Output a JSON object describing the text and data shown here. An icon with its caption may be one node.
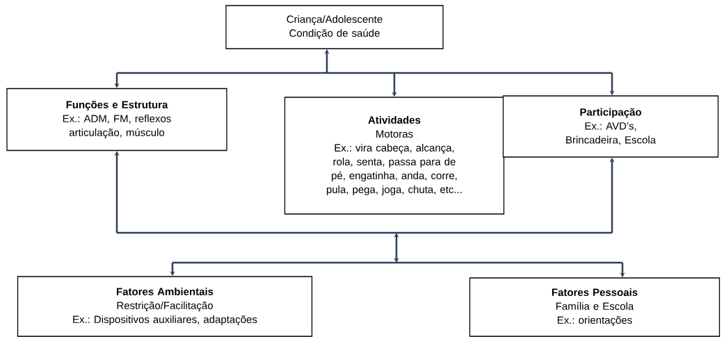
{
  "diagram": {
    "nodes": [
      {
        "text": [
          "Criança/Adolescente Condição de saúde"
        ]
      },
      {
        "text": [
          "Funções e Estrutura",
          "Ex.: ADM, FM, reflexos articulação, músculo"
        ]
      },
      {
        "text": [
          "Atividades",
          "Motoras",
          "Ex.: vira cabeça, alcança, rola, senta, passa para de pé, engatinha, anda, corre, pula, pega, joga, chuta, etc..."
        ]
      },
      {
        "text": [
          "Participação",
          "Ex.: AVD’s, Brincadeira, Escola"
        ]
      },
      {
        "text": [
          "Fatores Ambientais",
          "Restrição/Facilitação",
          "Ex.: Dispositivos auxiliares, adaptações"
        ]
      },
      {
        "text": [
          "Fatores Pessoais",
          "Família e Escola",
          "Ex.: orientações"
        ]
      }
    ],
    "edges": [
      {
        "from": 0,
        "to": 1,
        "arrow": "both"
      },
      {
        "from": 0,
        "to": 2,
        "arrow": "both"
      },
      {
        "from": 0,
        "to": 3,
        "arrow": "both"
      },
      {
        "from": 1,
        "to": 4,
        "arrow": "both"
      },
      {
        "from": 1,
        "to": 5,
        "arrow": "both"
      },
      {
        "from": 3,
        "to": 4,
        "arrow": "both"
      },
      {
        "from": 3,
        "to": 5,
        "arrow": "both"
      }
    ]
  }
}
